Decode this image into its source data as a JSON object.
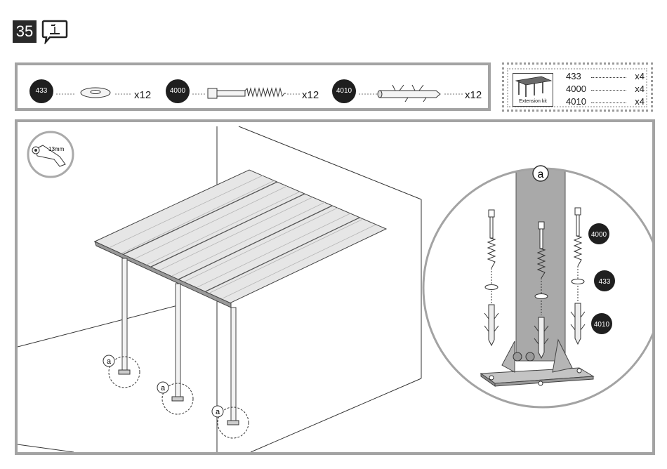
{
  "step": {
    "number": "35"
  },
  "parts": [
    {
      "code": "433",
      "qty": "x12"
    },
    {
      "code": "4000",
      "qty": "x12"
    },
    {
      "code": "4010",
      "qty": "x12"
    }
  ],
  "extension_kit": {
    "label": "Extension kit",
    "items": [
      {
        "code": "433",
        "qty": "x4"
      },
      {
        "code": "4000",
        "qty": "x4"
      },
      {
        "code": "4010",
        "qty": "x4"
      }
    ]
  },
  "tool": {
    "label": "13mm"
  },
  "callout": {
    "letter": "a"
  },
  "detail_badges": {
    "bolt": "4000",
    "washer": "433",
    "anchor": "4010"
  }
}
